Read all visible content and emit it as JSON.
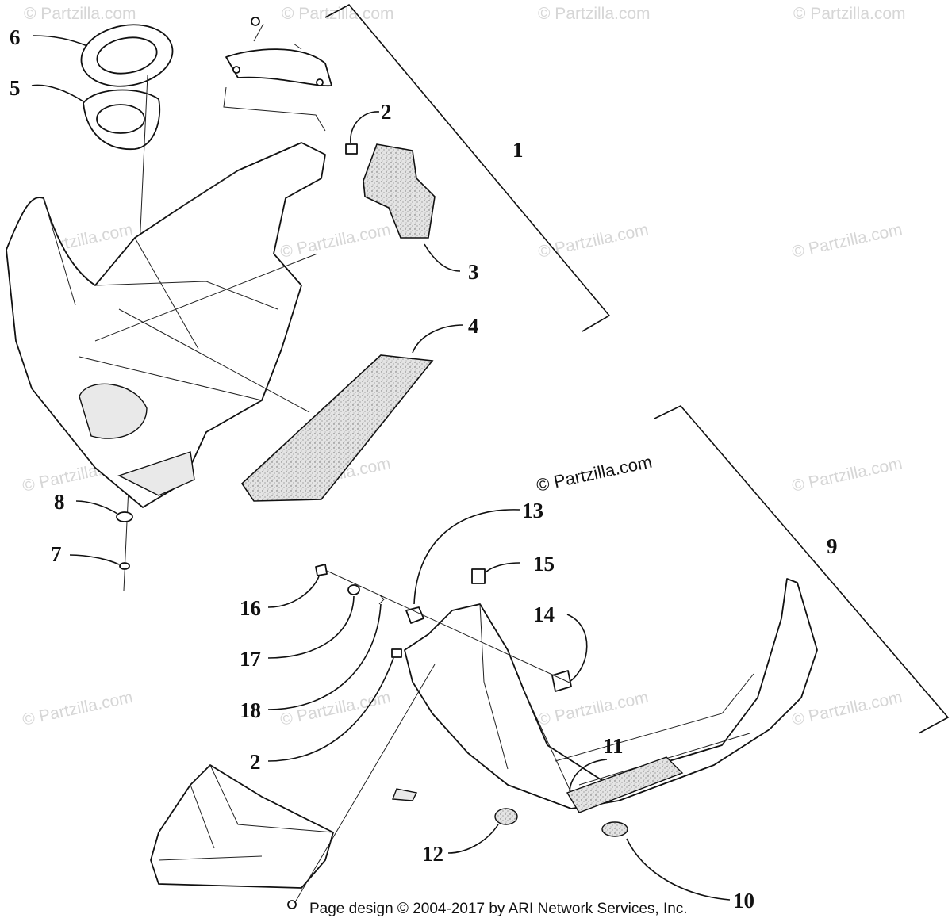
{
  "diagram": {
    "callouts": [
      "1",
      "2",
      "3",
      "4",
      "5",
      "6",
      "7",
      "8",
      "9",
      "10",
      "11",
      "12",
      "13",
      "14",
      "15",
      "16",
      "17",
      "18",
      "2"
    ],
    "watermark": "© Partzilla.com",
    "center_watermark": "© Partzilla.com",
    "footer": "Page design © 2004-2017 by ARI Network Services, Inc."
  }
}
